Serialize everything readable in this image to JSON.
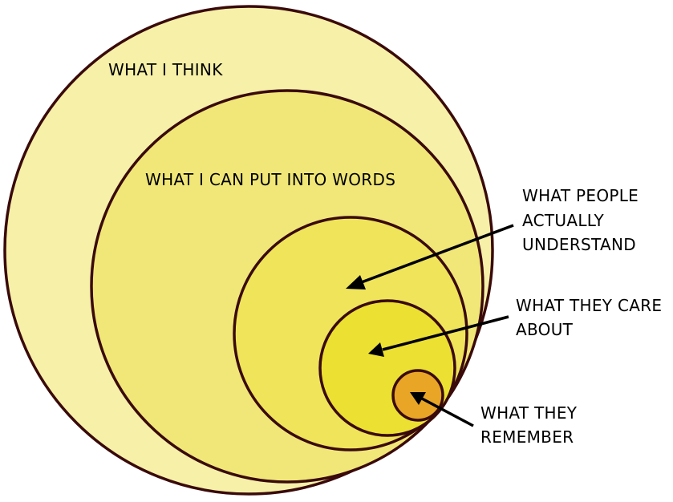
{
  "colors": {
    "outline": "#3a0a0a",
    "think": "#f6f0a8",
    "words": "#f1e778",
    "understand": "#efe45a",
    "care": "#ece032",
    "remember": "#e9a526",
    "arrow": "#000000",
    "background": "#ffffff"
  },
  "labels": {
    "think": "WHAT I THINK",
    "words": "WHAT I CAN PUT INTO WORDS",
    "understand": [
      "WHAT PEOPLE",
      "ACTUALLY",
      "UNDERSTAND"
    ],
    "care": [
      "WHAT THEY CARE",
      "ABOUT"
    ],
    "remember": [
      "WHAT THEY",
      "REMEMBER"
    ]
  }
}
